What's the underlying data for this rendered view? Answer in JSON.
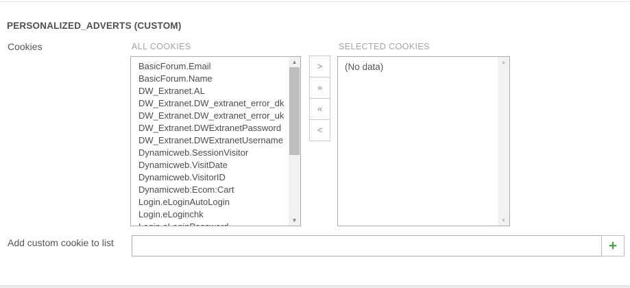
{
  "page": {
    "title": "PERSONALIZED_ADVERTS (CUSTOM)"
  },
  "cookies_field": {
    "label": "Cookies",
    "all_cookies": {
      "header": "ALL COOKIES",
      "items": [
        "BasicForum.Email",
        "BasicForum.Name",
        "DW_Extranet.AL",
        "DW_Extranet.DW_extranet_error_dk",
        "DW_Extranet.DW_extranet_error_uk",
        "DW_Extranet.DWExtranetPassword",
        "DW_Extranet.DWExtranetUsername",
        "Dynamicweb.SessionVisitor",
        "Dynamicweb.VisitDate",
        "Dynamicweb.VisitorID",
        "Dynamicweb:Ecom:Cart",
        "Login.eLoginAutoLogin",
        "Login.eLoginchk",
        "Login.eLoginPassword"
      ]
    },
    "selected_cookies": {
      "header": "SELECTED COOKIES",
      "empty_text": "(No data)"
    },
    "transfer_buttons": {
      "move_right": ">",
      "move_all_right": "»",
      "move_all_left": "«",
      "move_left": "<"
    },
    "scrollbar": {
      "up_glyph": "▲",
      "down_glyph": "▼"
    }
  },
  "add_custom": {
    "label": "Add custom cookie to list",
    "input_value": "",
    "add_button_glyph": "+"
  },
  "colors": {
    "accent_green": "#4CA64C"
  }
}
